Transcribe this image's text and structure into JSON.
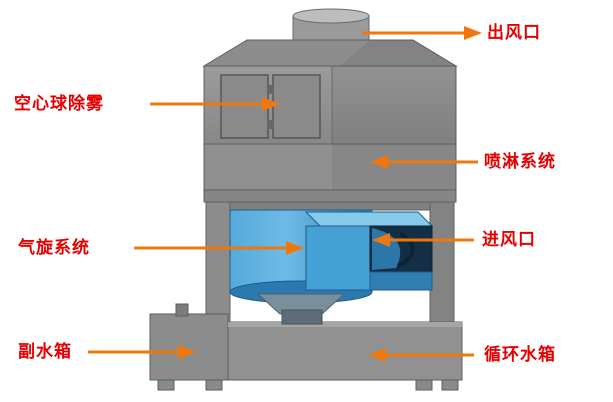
{
  "labels": {
    "outlet": "出风口",
    "demister": "空心球除雾",
    "spray_system": "喷淋系统",
    "cyclone_system": "气旋系统",
    "inlet": "进风口",
    "aux_tank": "副水箱",
    "circulating_tank": "循环水箱"
  },
  "colors": {
    "label_text": "#e60000",
    "arrow": "#f0760e",
    "machine_gray": "#8f8f8f",
    "machine_gray_dark": "#7d7d7d",
    "machine_outline": "#5a5a5a",
    "cyclone_blue": "#4aa2d8",
    "cyclone_blue_dark": "#2f7fb4",
    "inlet_opening": "#142f45",
    "background": "#ffffff"
  }
}
